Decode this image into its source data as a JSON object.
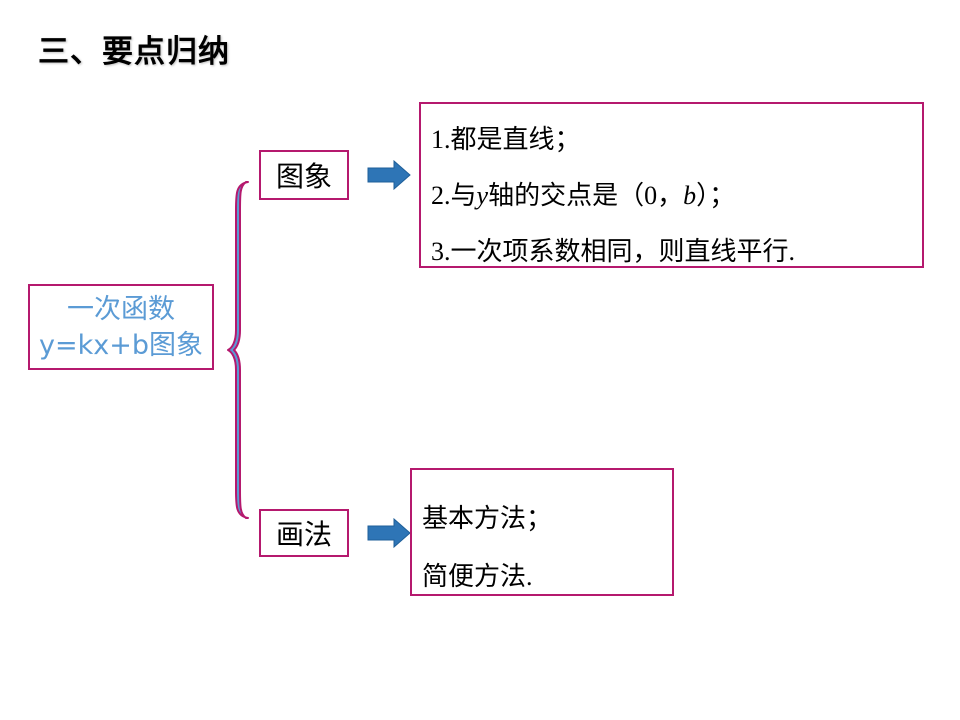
{
  "title": "三、要点归纳",
  "root": {
    "line1": "一次函数",
    "line2": "y=kx+b图象"
  },
  "branches": {
    "image": {
      "label": "图象",
      "points": {
        "p1": {
          "num": "1.",
          "text": "都是直线；"
        },
        "p2": {
          "num": "2.",
          "pre": "与",
          "var": "y",
          "mid": "轴的交点是（",
          "zero": "0",
          "comma": "，",
          "b": "b",
          "post": "）；"
        },
        "p3": {
          "num": "3.",
          "text": "一次项系数相同，则直线平行",
          "end": "."
        }
      }
    },
    "draw": {
      "label": "画法",
      "points": {
        "p1": {
          "text": "基本方法；"
        },
        "p2": {
          "text": "简便方法",
          "end": "."
        }
      }
    }
  },
  "colors": {
    "border": "#b5196e",
    "brace_fill": "#5b9bd5",
    "brace_stroke": "#b5196e",
    "arrow": "#2e75b6",
    "root_text": "#5b9bd5"
  }
}
